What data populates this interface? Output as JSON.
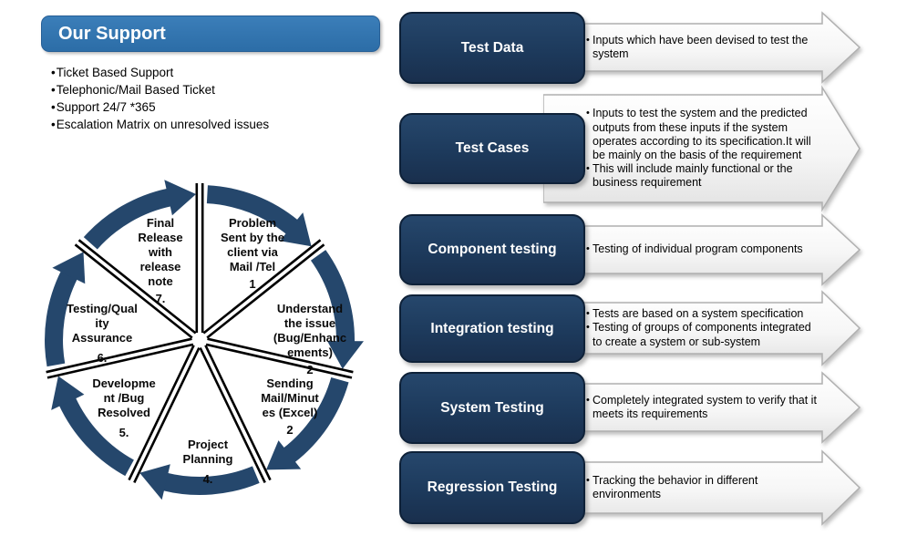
{
  "title": "Our Support",
  "support": {
    "bullets": [
      "Ticket Based Support",
      "Telephonic/Mail Based Ticket",
      "Support 24/7 *365",
      "Escalation Matrix on unresolved issues"
    ]
  },
  "cycle": {
    "segments": [
      {
        "label": "Problem\nSent by the\nclient via\nMail /Tel",
        "num": "1"
      },
      {
        "label": "Understand\nthe issue\n(Bug/Enhanc\nements)",
        "num": "2"
      },
      {
        "label": "Sending\nMail/Minut\nes (Excel)",
        "num": "2"
      },
      {
        "label": "Project\nPlanning",
        "num": "4."
      },
      {
        "label": "Developme\nnt /Bug\nResolved",
        "num": "5."
      },
      {
        "label": "Testing/Qual\nity\nAssurance",
        "num": "6."
      },
      {
        "label": "Final\nRelease\nwith\nrelease\nnote",
        "num": "7."
      }
    ]
  },
  "right_rows": [
    {
      "title": "Test Data",
      "bullets": [
        "Inputs which have been devised to test the system"
      ]
    },
    {
      "title": "Test Cases",
      "bullets": [
        "Inputs to test the system and the predicted outputs from these inputs if the system operates according to its specification.It will be mainly on the basis of the requirement",
        "This will include mainly functional or the business requirement"
      ]
    },
    {
      "title": "Component testing",
      "bullets": [
        "Testing of individual program components"
      ]
    },
    {
      "title": "Integration testing",
      "bullets": [
        "Tests are based on a system specification",
        "Testing of groups of components integrated to create a system or sub-system"
      ]
    },
    {
      "title": "System Testing",
      "bullets": [
        "Completely integrated system to verify that it meets its requirements"
      ]
    },
    {
      "title": "Regression Testing",
      "bullets": [
        "Tracking the behavior in different environments"
      ]
    }
  ],
  "colors": {
    "title_bar": "#2f74ae",
    "navy_box": "#1d3a5c",
    "ring": "#25476c",
    "arrow_outline": "#b0b0b0"
  }
}
